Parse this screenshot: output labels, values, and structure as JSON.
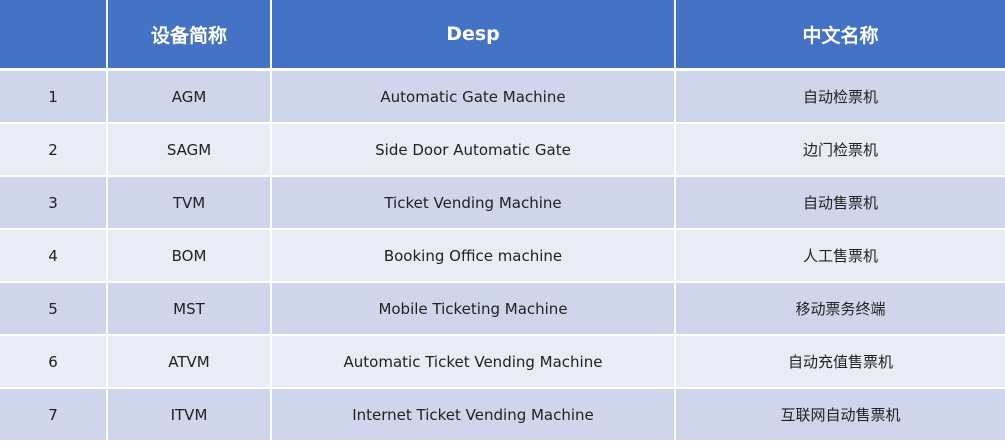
{
  "table": {
    "headers": [
      "",
      "设备简称",
      "Desp",
      "中文名称"
    ],
    "rows": [
      {
        "no": "1",
        "abbr": "AGM",
        "desp": "Automatic Gate Machine",
        "cn": "自动检票机"
      },
      {
        "no": "2",
        "abbr": "SAGM",
        "desp": "Side Door Automatic Gate",
        "cn": "边门检票机"
      },
      {
        "no": "3",
        "abbr": "TVM",
        "desp": "Ticket Vending Machine",
        "cn": "自动售票机"
      },
      {
        "no": "4",
        "abbr": "BOM",
        "desp": "Booking Office machine",
        "cn": "人工售票机"
      },
      {
        "no": "5",
        "abbr": "MST",
        "desp": "Mobile Ticketing Machine",
        "cn": "移动票务终端"
      },
      {
        "no": "6",
        "abbr": "ATVM",
        "desp": "Automatic Ticket Vending Machine",
        "cn": "自动充值售票机"
      },
      {
        "no": "7",
        "abbr": "ITVM",
        "desp": "Internet Ticket Vending Machine",
        "cn": "互联网自动售票机"
      }
    ]
  },
  "colors": {
    "header_bg": "#4472c4",
    "row_dark": "#cfd5ea",
    "row_light": "#e9ebf5"
  }
}
